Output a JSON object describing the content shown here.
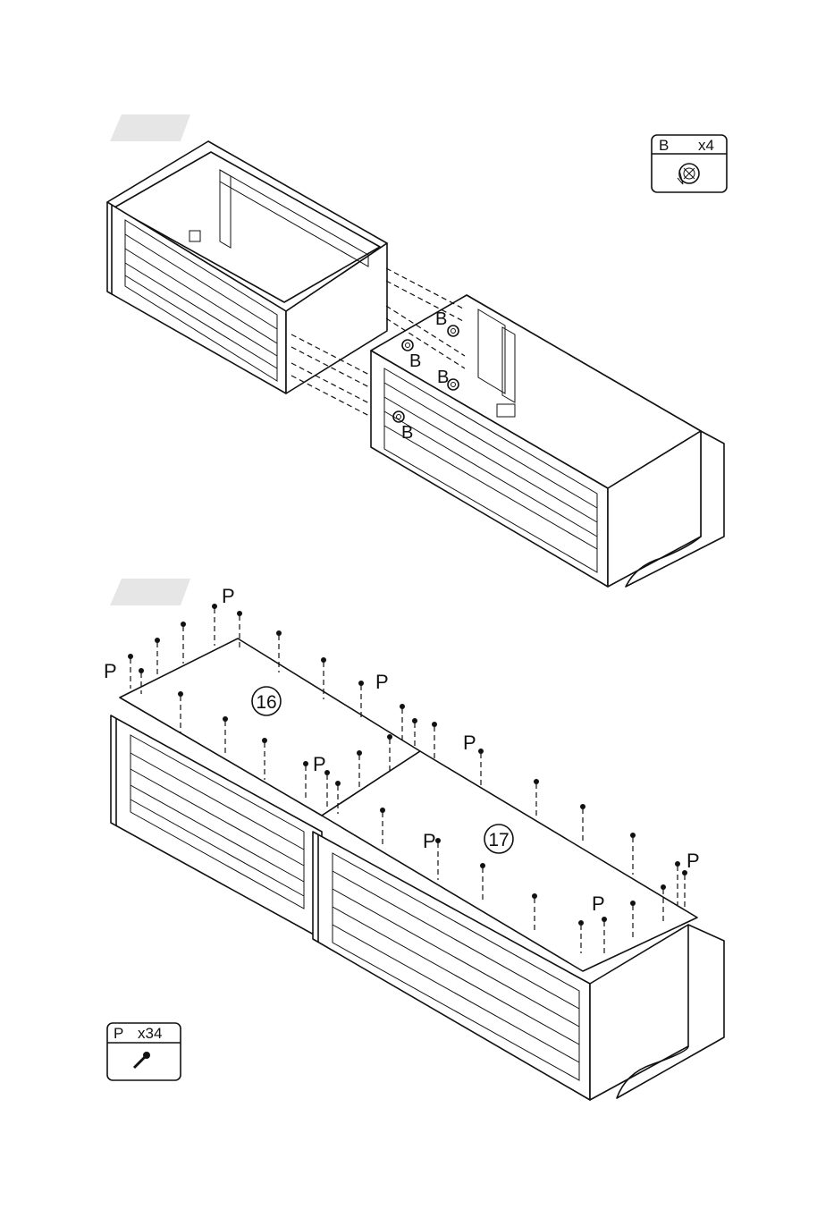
{
  "step1": {
    "hardware_box": {
      "letter": "B",
      "qty": "x4",
      "icon": "cam-lock-icon"
    },
    "callouts": [
      "B",
      "B",
      "B",
      "B"
    ]
  },
  "step2": {
    "hardware_box": {
      "letter": "P",
      "qty": "x34",
      "icon": "screw-icon"
    },
    "panel_numbers": [
      "16",
      "17"
    ],
    "callouts": [
      "P",
      "P",
      "P",
      "P",
      "P",
      "P",
      "P",
      "P"
    ]
  },
  "colors": {
    "line": "#111111",
    "step_badge": "#e6e6e6",
    "background": "#ffffff"
  }
}
